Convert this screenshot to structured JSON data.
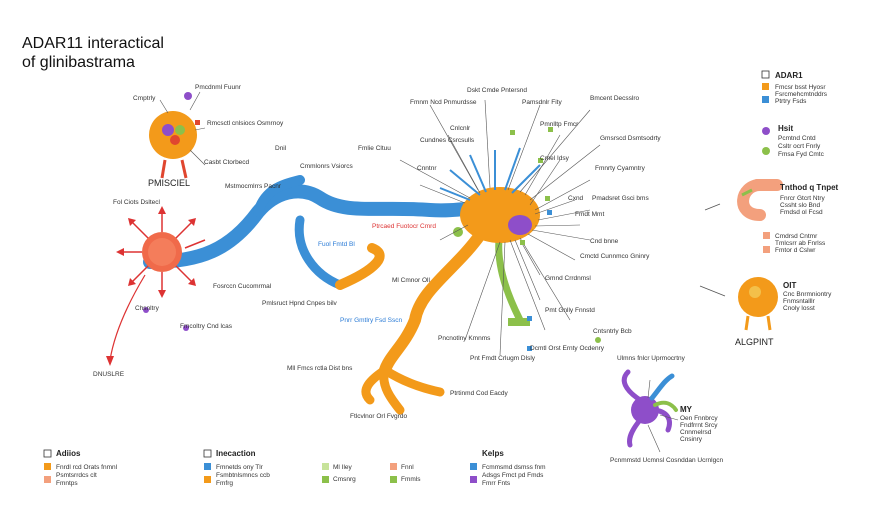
{
  "title_line1": "ADAR11 interactical",
  "title_line2": "of glinibastrama",
  "left_cell_labels": {
    "top": "Cmptrly",
    "top_right": "Pmcdnml Fuunr",
    "r1": "Rmcsctl cnlsiocs Osmrnoy",
    "r2": "Casbt Ctorbecd",
    "name": "PMISCIEL"
  },
  "star_cell_labels": {
    "left": "Fol Ciots Dsltecl",
    "b1": "Chsnltry",
    "b2": "Fmcoltry Cnd lcas",
    "bottom": "DNUSLRE"
  },
  "center_labels": [
    "Dnil",
    "Mstmocmlrrs Pacnr",
    "Cmmlonrs Vsiorcs",
    "Fmlie Cltuu",
    "Ptrcaed Fuotocr Cmrd",
    "Pnrr Gmtlry Fsd Sscn",
    "Fosrccn Cucomrmal",
    "Pmlsruct Hpnd Cnpes bilv",
    "Fuol Fmtd Bl",
    "Ml Cmnor Oll",
    "Mll Fmcs rctla Dist bns",
    "Ptrtinmd Cod Eacdy",
    "Ftlcvlnor Orl Fvgrdo"
  ],
  "right_cluster_labels": [
    "Fmnm Ncd Pnmurdsse",
    "Dskt Cmde Pntersnd",
    "Pamsdnlr Fity",
    "Bmcent Decsslro",
    "Cundnes Csrcsulls",
    "Cnlcnlr",
    "Pmnlltp Fmcr",
    "Gmsrscd Dsmtsodrty",
    "Cnntnr",
    "Cmel Idsy",
    "Fmnrty Cyamntry",
    "Cxnd",
    "Pmadsret Gsci bms",
    "Fmdt Mmt",
    "Cnd bnne",
    "Cmctd Cunnmco Gninry",
    "Gmnd Crrdnmsl",
    "Pmt Gnlly Fnnstd",
    "Cntsntrly Bcb",
    "Pncnotlny Kmnms",
    "Pnt Fmdt Crlugm Dlsly",
    "Dcmtl Orst Ernty Ocdenry"
  ],
  "right_legend": {
    "a_title": "ADAR1",
    "a_items": [
      "Fmcsr bsst Hyosr",
      "Fsrcmehcmtnddrs",
      "Ptrtry Fsds"
    ],
    "b_title": "Hsit",
    "b_items": [
      "Pcmtnd Cntd",
      "Csltr ocrt Fnrly",
      "Fmsa Fyd Cmtc"
    ],
    "c_title": "Tnthod q Tnpet",
    "c_items": [
      "Fnrcr Gtcrt Ntry",
      "Cssht slo Bnd",
      "Fmdsd ol Fcsd"
    ],
    "c_sub": [
      "Cmdrsd Cntmr",
      "Tmlcsrr ab Fnrlss",
      "Fmtor d Cslwr"
    ],
    "d_title": "OIT",
    "d_items": [
      "Cnc Bnrmniontry",
      "Fnmsntalllr",
      "Cnoly losst"
    ],
    "d_name": "ALGPINT",
    "e_title": "MY",
    "e_items": [
      "Oen Fnnbrcy",
      "Fndfrrnt Srcy",
      "Cnnmelrsd",
      "Cnsinry"
    ],
    "e_top": "Ulmns fnlcr Uprmocrtny",
    "e_bottom": "Pcnmmstd Ucmnsl Cosnddan Ucrnlgcn"
  },
  "bottom_legend": {
    "col1_title": "Adiios",
    "col1_items": [
      "Fnrdl rcd Orats fnmnl",
      "Psmtsrrdcs clt",
      "Fmntps"
    ],
    "col2_title": "Inecaction",
    "col2_items": [
      "Fmnetds ony Tlr",
      "Fsmbtnlsmncs ccb",
      "Fmfrg"
    ],
    "col3_items": [
      "Ml Iley",
      "Cmsnrg"
    ],
    "col4_items": [
      "Fnnl",
      "Fmmls"
    ],
    "col5_title": "Kelps",
    "col5_items": [
      "Fcmmsmd dsmss fnm",
      "Adsgs Fmct pd Fmds",
      "Fmrr Fnts"
    ]
  },
  "colors": {
    "blue": "#3b8fd6",
    "orange": "#f39a1a",
    "green": "#8cc04a",
    "red": "#e0462f",
    "purple": "#8e4ec9",
    "salmon": "#f3a07d"
  }
}
